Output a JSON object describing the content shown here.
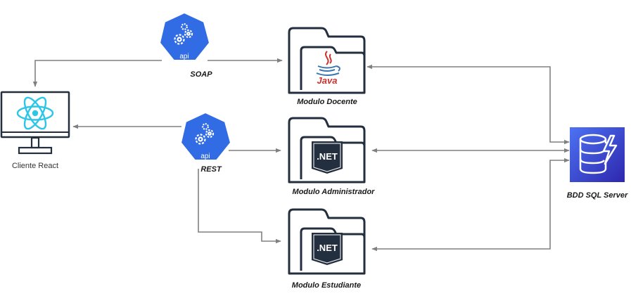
{
  "nodes": {
    "client": {
      "label": "Cliente React",
      "icon": "react-monitor-icon"
    },
    "soap": {
      "badge": "api",
      "label": "SOAP",
      "icon": "kubernetes-api-icon"
    },
    "rest": {
      "badge": "api",
      "label": "REST",
      "icon": "kubernetes-api-icon"
    },
    "docente": {
      "label": "Modulo Docente",
      "icon": "java-folder-icon",
      "logo_text": "Java"
    },
    "admin": {
      "label": "Modulo Administrador",
      "icon": "dotnet-folder-icon",
      "logo_text": ".NET"
    },
    "estudiante": {
      "label": "Modulo Estudiante",
      "icon": "dotnet-folder-icon",
      "logo_text": ".NET"
    },
    "db": {
      "label": "BDD SQL Server",
      "icon": "dynamodb-database-icon"
    }
  },
  "colors": {
    "connector": "#808080",
    "api_blue": "#326ce5",
    "react_cyan": "#2ec5e8",
    "folder_stroke": "#232f3e",
    "db_gradient_top": "#4d72f3",
    "db_gradient_bottom": "#2e27ad",
    "java_red": "#d0312d",
    "java_blue": "#3a75b0"
  }
}
